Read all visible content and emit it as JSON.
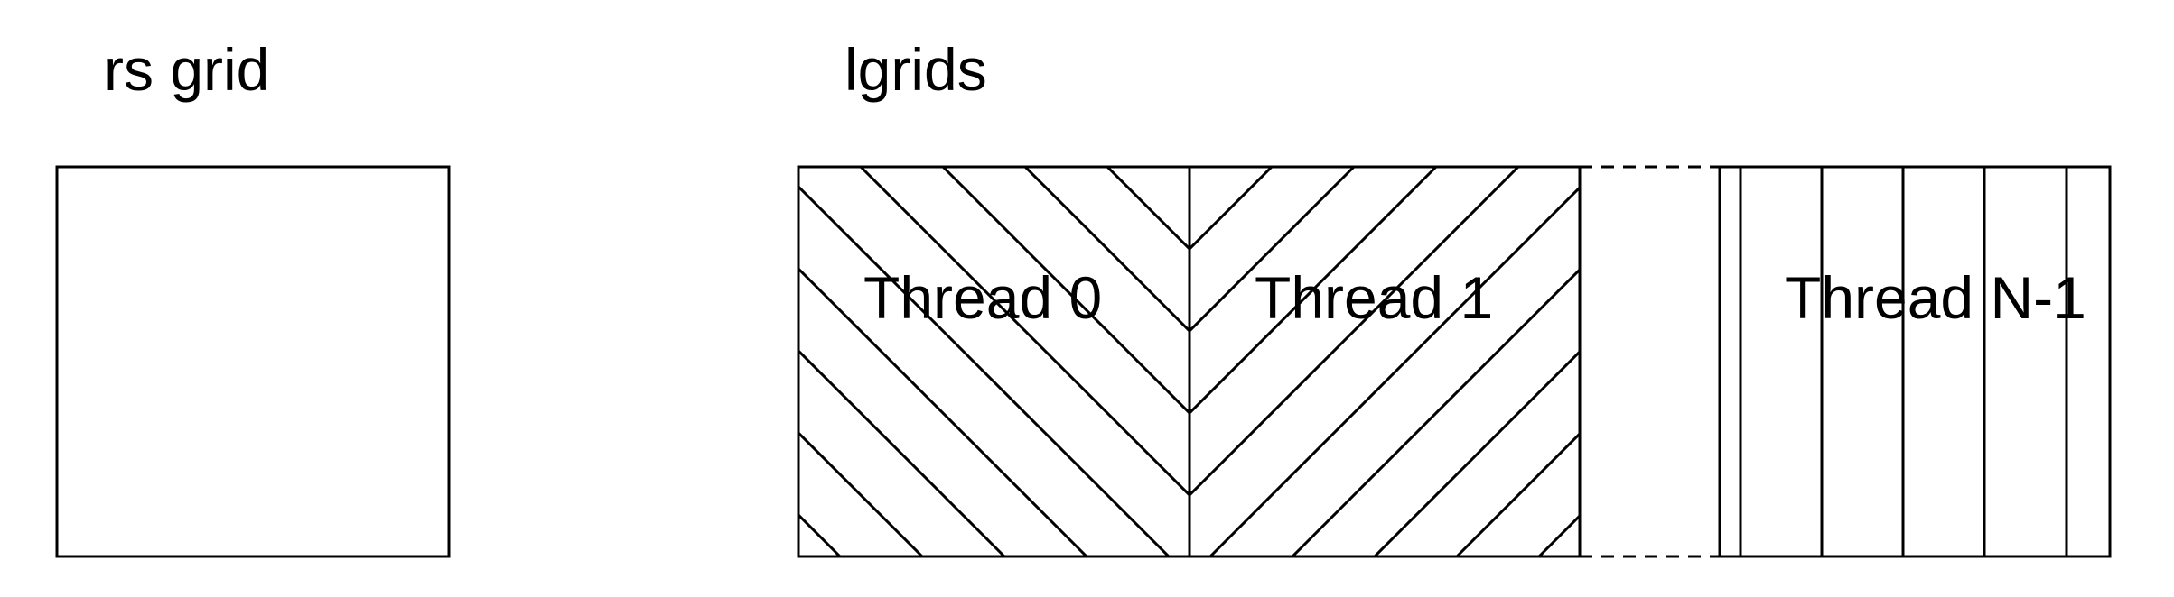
{
  "rs_grid": {
    "title": "rs grid"
  },
  "lgrids": {
    "title": "lgrids",
    "threads": [
      {
        "label": "Thread 0",
        "hatch": "diagonal-down"
      },
      {
        "label": "Thread 1",
        "hatch": "diagonal-up"
      },
      {
        "label": "Thread N-1",
        "hatch": "vertical"
      }
    ]
  },
  "colors": {
    "stroke": "#000000",
    "background": "#ffffff"
  }
}
